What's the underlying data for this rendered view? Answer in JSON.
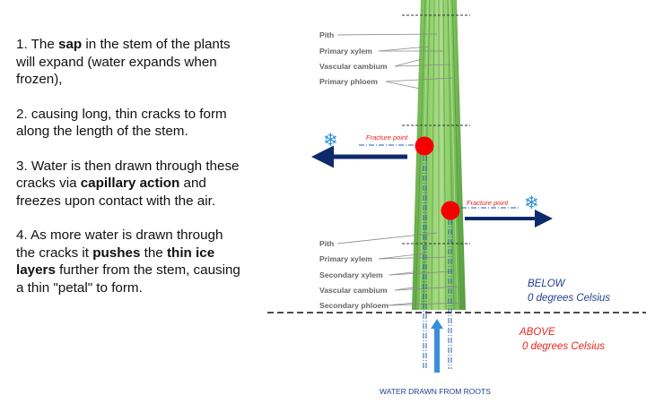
{
  "steps": [
    {
      "parts": [
        {
          "t": "1. The ",
          "b": false
        },
        {
          "t": "sap",
          "b": true
        },
        {
          "t": " in the stem of the plants will expand (water expands when frozen),",
          "b": false
        }
      ]
    },
    {
      "parts": [
        {
          "t": "2. causing long, thin cracks to form along the length of the stem.",
          "b": false
        }
      ]
    },
    {
      "parts": [
        {
          "t": " 3. Water is then drawn through these cracks via ",
          "b": false
        },
        {
          "t": "capillary action",
          "b": true
        },
        {
          "t": " and freezes upon contact with the air.",
          "b": false
        }
      ]
    },
    {
      "parts": [
        {
          "t": "4. As more water is drawn through the cracks it ",
          "b": false
        },
        {
          "t": "pushes",
          "b": true
        },
        {
          "t": " the ",
          "b": false
        },
        {
          "t": "thin ice layers",
          "b": true
        },
        {
          "t": " further from the stem, causing a thin \"petal\" to form.",
          "b": false
        }
      ]
    }
  ],
  "diagram": {
    "upper_labels": [
      "Pith",
      "Primary xylem",
      "Vascular cambium",
      "Primary phloem"
    ],
    "lower_labels": [
      "Pith",
      "Primary xylem",
      "Secondary xylem",
      "Vascular cambium",
      "Secondary phloem"
    ],
    "fracture_left": "Fracture point",
    "fracture_right": "Fracture point",
    "below_line1": "BELOW",
    "below_line2": "0 degrees Celsius",
    "above_line1": "ABOVE",
    "above_line2": "0 degrees Celsius",
    "roots_caption": "WATER DRAWN FROM ROOTS",
    "snowflake_glyph": "❄",
    "colors": {
      "stem_green": "#7cc05a",
      "stem_dark": "#4f9a3a",
      "fracture_red": "#f50000",
      "arrow_navy": "#0f2a6b",
      "water_blue": "#3a8fd8",
      "below_blue": "#1f3f8f",
      "above_red": "#e8231d"
    }
  }
}
